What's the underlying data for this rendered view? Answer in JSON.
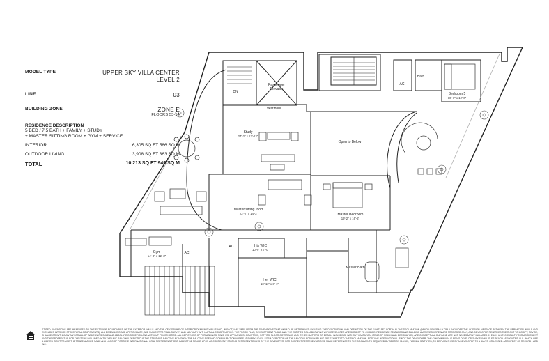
{
  "info": {
    "model_type_label": "MODEL TYPE",
    "model_type_value_1": "UPPER SKY VILLA CENTER",
    "model_type_value_2": "LEVEL 2",
    "line_label": "LINE",
    "line_value": "03",
    "zone_label": "BUILDING ZONE",
    "zone_value": "ZONE E",
    "floors_value": "FLOORS 53-54",
    "residence_heading": "RESIDENCE DESCRIPTION",
    "residence_desc_1": "5 BED / 7.5 BATH + FAMILY + STUDY",
    "residence_desc_2": "+ MASTER SITTING ROOM + GYM + SERVICE",
    "interior_label": "INTERIOR",
    "interior_value": "6,305 SQ FT 586 SQ M",
    "outdoor_label": "OUTDOOR LIVING",
    "outdoor_value": "3,908 SQ FT 363 SQ M",
    "total_label": "TOTAL",
    "total_value": "10,213 SQ FT 949 SQ M"
  },
  "rooms": {
    "passenger_elevator": "Passenger",
    "passenger_elevator_2": "Elevator",
    "dn": "DN",
    "vestibule": "Vestibule",
    "study": "Study",
    "study_dim": "24'-2\" x 13'-12\"",
    "open_to_below": "Open to Below",
    "bedroom5": "Bedroom 5",
    "bedroom5_dim": "10'-7\" x 12'-0\"",
    "bath": "Bath",
    "ac_1": "AC",
    "ac_2": "AC",
    "ac_3": "AC",
    "master_sitting": "Master sitting room",
    "master_sitting_dim": "23'-2\" x 14'-2\"",
    "master_bedroom": "Master Bedroom",
    "master_bedroom_dim": "19'-2\" x 16'-2\"",
    "gym": "Gym",
    "gym_dim": "14'-3\" x 12'-3\"",
    "his_wic": "His WIC",
    "his_wic_dim": "10'-9\" x 7'-0\"",
    "her_wic": "Her WIC",
    "her_wic_dim": "10'-11\" x 8'-1\"",
    "master_bath": "Master Bath"
  },
  "disclaimer": "STATED DIMENSIONS ARE MEASURED TO THE EXTERIOR BOUNDARIES OF THE EXTERIOR WALLS AND THE CENTERLINE OF INTERIOR DEMISING WALLS AND, IN FACT, MAY VARY FROM THE DIMENSIONS THAT WOULD BE DETERMINED BY USING THE DESCRIPTION AND DEFINITION OF THE \"UNIT\" SET FORTH IN THE DECLARATION (WHICH GENERALLY ONLY INCLUDES THE INTERIOR AIRSPACE BETWEEN THE PERIMETER WALLS AND EXCLUDES INTERIOR STRUCTURAL COMPONENTS). ALL DIMENSIONS ARE APPROXIMATE, ARE SUBJECT TO FINAL SURVEY AND MAY VARY WITH ACTUAL CONSTRUCTION. THE FLOOR PLAN, DEVELOPMENT PLANS AND THE ENTITIES COLLABORATING WITH DEVELOPER ARE SUBJECT TO CHANGE. RESIDENCE FEATURES AND BUILDING AMENITIES HEREIN ARE PROPOSED ONLY, AND DEVELOPER RESERVES THE RIGHT TO MODIFY, REVISE, CHANGE OR WITHDRAW ANY OR ALL OF SAME IN ITS SOLE AND ABSOLUTE DISCRETION AND WITHOUT PRIOR NOTICE. ALL DEPICTIONS OF FURNISHINGS, FINISHES, APPLIANCES, COUNTERS, SOFFITS, FLOOR COVERINGS AND OTHER MATTERS OF DETAIL, INCLUDING, WITHOUT LIMITATION, ITEMS OF FINISH AND DECORATION, ARE CONCEPTUAL ONLY AND ARE NOT NECESSARILY INCLUDED IN EACH UNIT. CONSULT YOUR AGREEMENT AND THE PROSPECTUS FOR THE ITEMS INCLUDED WITH THE UNIT. BALCONY DEPICTED IS THE STANDARD BALCONY ALTHOUGH THE BALCONY SIZE AND CONFIGURATION VARIES AT EVERY LEVEL. FOR A DEPICTION OF THE BALCONY FOR YOUR UNIT SEE EXHIBIT 2 TO THE DECLARATION. FORTUNE INTERNATIONAL IS NOT THE DEVELOPER. THE CONDOMINIUM IS BEING DEVELOPED BY SUNNY ISLES BEACH ASSOCIATES, LLC. WHICH HAS A LIMITED RIGHT TO USE THE TRADEMARKED NAME AND LOGO OF FORTUNE INTERNATIONAL. ORAL REPRESENTATIONS CANNOT BE RELIED UPON AS CORRECTLY STATING REPRESENTATIONS OF THE DEVELOPER. FOR CORRECT REPRESENTATIONS, MAKE REFERENCE TO THE DOCUMENTS REQUIRED BY SECTION 718.503, FLORIDA STATUTES, TO BE FURNISHED BY A DEVELOPER TO A BUYER OR LESSEE. ARCHITECT OF RECORD - ADD INC."
}
